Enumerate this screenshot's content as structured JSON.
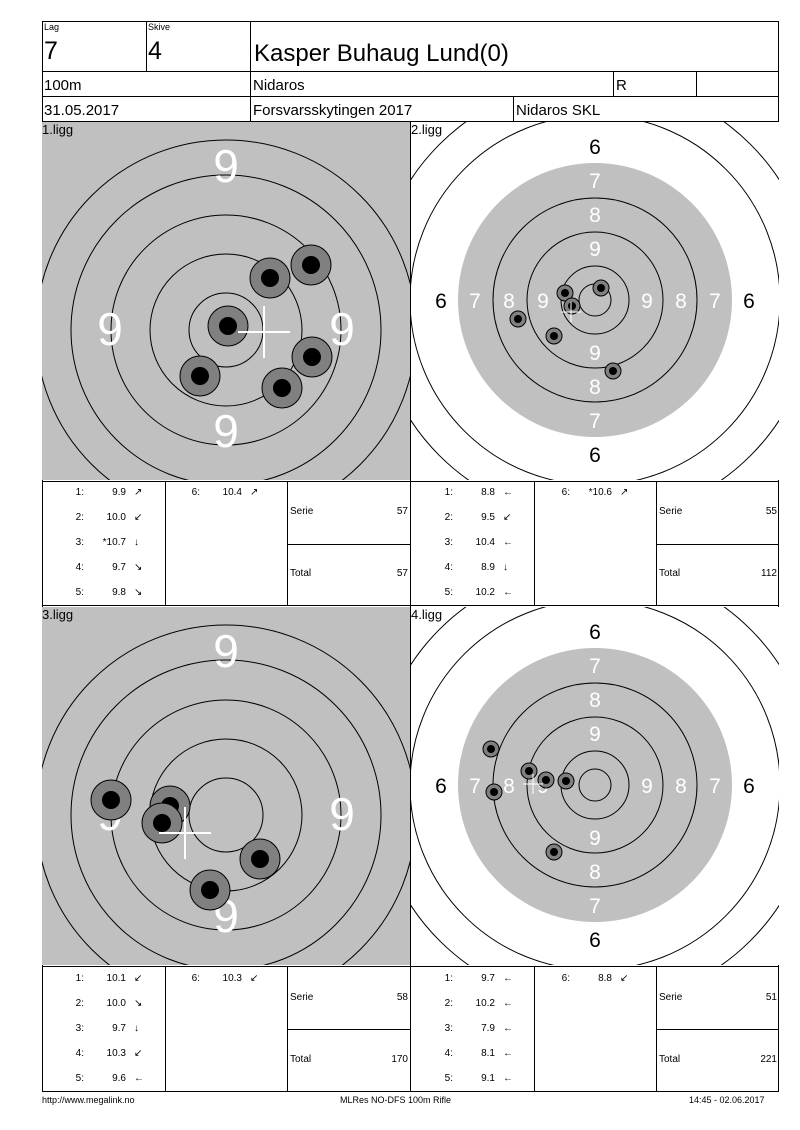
{
  "header": {
    "lag_label": "Lag",
    "lag_value": "7",
    "skive_label": "Skive",
    "skive_value": "4",
    "shooter_name": "Kasper Buhaug Lund(0)",
    "distance": "100m",
    "club": "Nidaros",
    "class": "R",
    "date": "31.05.2017",
    "event": "Forsvarsskytingen 2017",
    "organizer": "Nidaros SKL"
  },
  "panels": [
    {
      "label": "1.ligg",
      "view": "zoom",
      "shots": [
        {
          "n": "1:",
          "v": "9.9",
          "d": "ne"
        },
        {
          "n": "2:",
          "v": "10.0",
          "d": "sw"
        },
        {
          "n": "3:",
          "v": "*10.7",
          "d": "s"
        },
        {
          "n": "4:",
          "v": "9.7",
          "d": "se"
        },
        {
          "n": "5:",
          "v": "9.8",
          "d": "se"
        },
        {
          "n": "6:",
          "v": "10.4",
          "d": "ne"
        }
      ],
      "serie_label": "Serie",
      "serie": "57",
      "total_label": "Total",
      "total": "57"
    },
    {
      "label": "2.ligg",
      "view": "full",
      "shots": [
        {
          "n": "1:",
          "v": "8.8",
          "d": "w"
        },
        {
          "n": "2:",
          "v": "9.5",
          "d": "sw"
        },
        {
          "n": "3:",
          "v": "10.4",
          "d": "w"
        },
        {
          "n": "4:",
          "v": "8.9",
          "d": "s"
        },
        {
          "n": "5:",
          "v": "10.2",
          "d": "w"
        },
        {
          "n": "6:",
          "v": "*10.6",
          "d": "ne"
        }
      ],
      "serie_label": "Serie",
      "serie": "55",
      "total_label": "Total",
      "total": "112"
    },
    {
      "label": "3.ligg",
      "view": "zoom",
      "shots": [
        {
          "n": "1:",
          "v": "10.1",
          "d": "sw"
        },
        {
          "n": "2:",
          "v": "10.0",
          "d": "se"
        },
        {
          "n": "3:",
          "v": "9.7",
          "d": "s"
        },
        {
          "n": "4:",
          "v": "10.3",
          "d": "sw"
        },
        {
          "n": "5:",
          "v": "9.6",
          "d": "w"
        },
        {
          "n": "6:",
          "v": "10.3",
          "d": "sw"
        }
      ],
      "serie_label": "Serie",
      "serie": "58",
      "total_label": "Total",
      "total": "170"
    },
    {
      "label": "4.ligg",
      "view": "full",
      "shots": [
        {
          "n": "1:",
          "v": "9.7",
          "d": "w"
        },
        {
          "n": "2:",
          "v": "10.2",
          "d": "w"
        },
        {
          "n": "3:",
          "v": "7.9",
          "d": "w"
        },
        {
          "n": "4:",
          "v": "8.1",
          "d": "w"
        },
        {
          "n": "5:",
          "v": "9.1",
          "d": "w"
        },
        {
          "n": "6:",
          "v": "8.8",
          "d": "sw"
        }
      ],
      "serie_label": "Serie",
      "serie": "51",
      "total_label": "Total",
      "total": "221"
    }
  ],
  "ring_labels": {
    "zoom": "9",
    "full": [
      "6",
      "7",
      "8",
      "9"
    ]
  },
  "footer": {
    "url": "http://www.megalink.no",
    "program": "MLRes NO-DFS 100m Rifle",
    "timestamp": "14:45 - 02.06.2017"
  },
  "colors": {
    "target_gray": "#c0c0c0",
    "ring_line": "#000000",
    "shot_halo": "#808080",
    "shot_core": "#000000",
    "background": "#ffffff"
  }
}
